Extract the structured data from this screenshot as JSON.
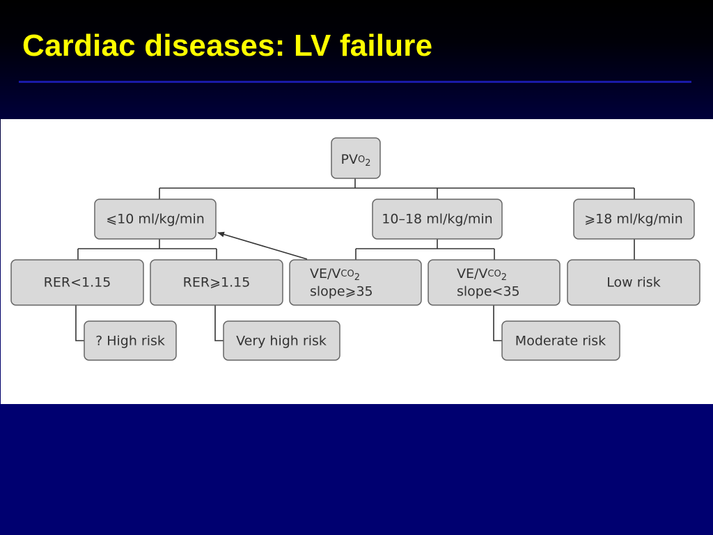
{
  "slide": {
    "title": "Cardiac diseases: LV failure"
  },
  "diagram": {
    "nodes": {
      "pvo2": {
        "main": "PV",
        "sub": "O",
        "sub2": "2"
      },
      "lt10": {
        "text": "⩽10 ml/kg/min"
      },
      "mid": {
        "text": "10–18 ml/kg/min"
      },
      "gt18": {
        "text": "⩾18 ml/kg/min"
      },
      "rer_lt": {
        "text": "RER<1.15"
      },
      "rer_ge": {
        "text": "RER⩾1.15"
      },
      "ve_ge": {
        "line1_a": "VE/V",
        "line1_b": "CO",
        "line1_c": "2",
        "line2": "slope⩾35"
      },
      "ve_lt": {
        "line1_a": "VE/V",
        "line1_b": "CO",
        "line1_c": "2",
        "line2": "slope<35"
      },
      "low": {
        "text": "Low risk"
      },
      "high_q": {
        "text": "? High risk"
      },
      "very_high": {
        "text": "Very high risk"
      },
      "moderate": {
        "text": "Moderate risk"
      }
    }
  }
}
